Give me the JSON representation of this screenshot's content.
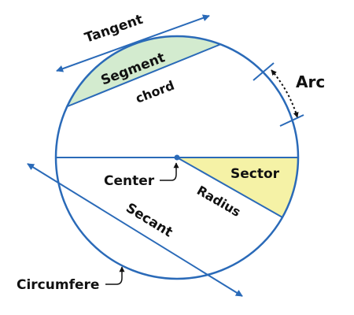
{
  "labels": {
    "tangent": "Tangent",
    "segment": "Segment",
    "chord": "chord",
    "arc": "Arc",
    "center": "Center",
    "sector": "Sector",
    "radius": "Radius",
    "secant": "Secant",
    "circumference": "Circumfere"
  },
  "colors": {
    "line": "#2a6ab8",
    "segment_fill": "#d3ebcf",
    "sector_fill": "#f5f2a6",
    "text": "#111111",
    "background": "#ffffff"
  }
}
